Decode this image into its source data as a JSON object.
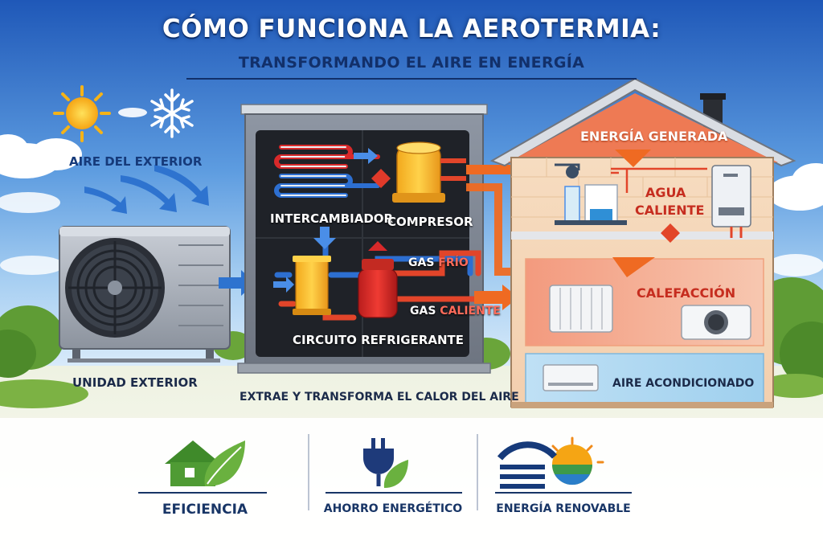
{
  "title": "CÓMO FUNCIONA LA AEROTERMIA:",
  "subtitle": "TRANSFORMANDO EL AIRE EN ENERGÍA",
  "labels": {
    "aire_exterior": "AIRE DEL EXTERIOR",
    "unidad_exterior": "UNIDAD EXTERIOR",
    "intercambiador": "INTERCAMBIADOR",
    "compresor": "COMPRESOR",
    "gas_frio_1": "GAS ",
    "gas_frio_2": "FRÍO",
    "gas_caliente_1": "GAS ",
    "gas_caliente_2": "CALIENTE",
    "circuito": "CIRCUITO REFRIGERANTE",
    "extrae": "EXTRAE Y TRANSFORMA EL CALOR DEL AIRE",
    "energia_generada": "ENERGÍA GENERADA",
    "agua_1": "AGUA",
    "agua_2": "CALIENTE",
    "calefaccion": "CALEFACCIÓN",
    "aire_acondicionado": "AIRE ACONDICIONADO"
  },
  "benefits": [
    {
      "label": "EFICIENCIA",
      "icon": "house-leaf-icon"
    },
    {
      "label": "AHORRO ENERGÉTICO",
      "icon": "plug-leaf-icon"
    },
    {
      "label": "ENERGÍA RENOVABLE",
      "icon": "wind-sun-icon"
    }
  ],
  "colors": {
    "sky": "#2f6fc4",
    "hot": "#e2452a",
    "cold": "#2d6fd1",
    "orange_arrow": "#ef6a22",
    "navy_text": "#163a7a",
    "grass": "#6aa53a"
  }
}
